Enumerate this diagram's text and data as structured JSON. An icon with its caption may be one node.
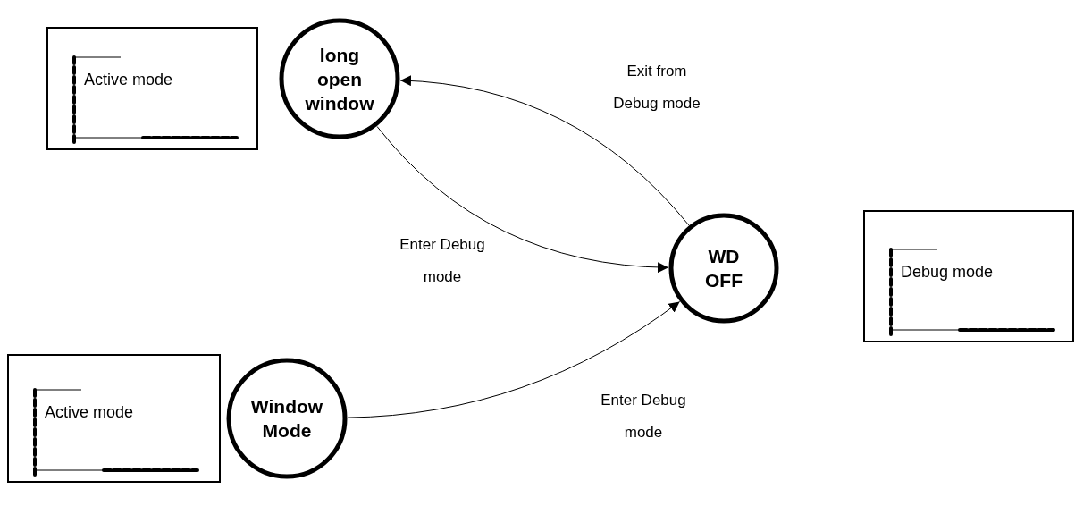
{
  "diagram": {
    "nodes": [
      {
        "text": [
          "Active mode"
        ]
      },
      {
        "text": [
          "long open window"
        ]
      },
      {
        "text": [
          "WD OFF"
        ]
      },
      {
        "text": [
          "Debug mode"
        ]
      },
      {
        "text": [
          "Active mode"
        ]
      },
      {
        "text": [
          "Window Mode"
        ]
      }
    ],
    "edges": [
      {
        "from": 2,
        "to": 1,
        "arrow": "to",
        "label": "Exit from Debug mode"
      },
      {
        "from": 1,
        "to": 2,
        "arrow": "to",
        "label": "Enter Debug mode"
      },
      {
        "from": 5,
        "to": 2,
        "arrow": "to",
        "label": "Enter Debug mode"
      }
    ]
  }
}
